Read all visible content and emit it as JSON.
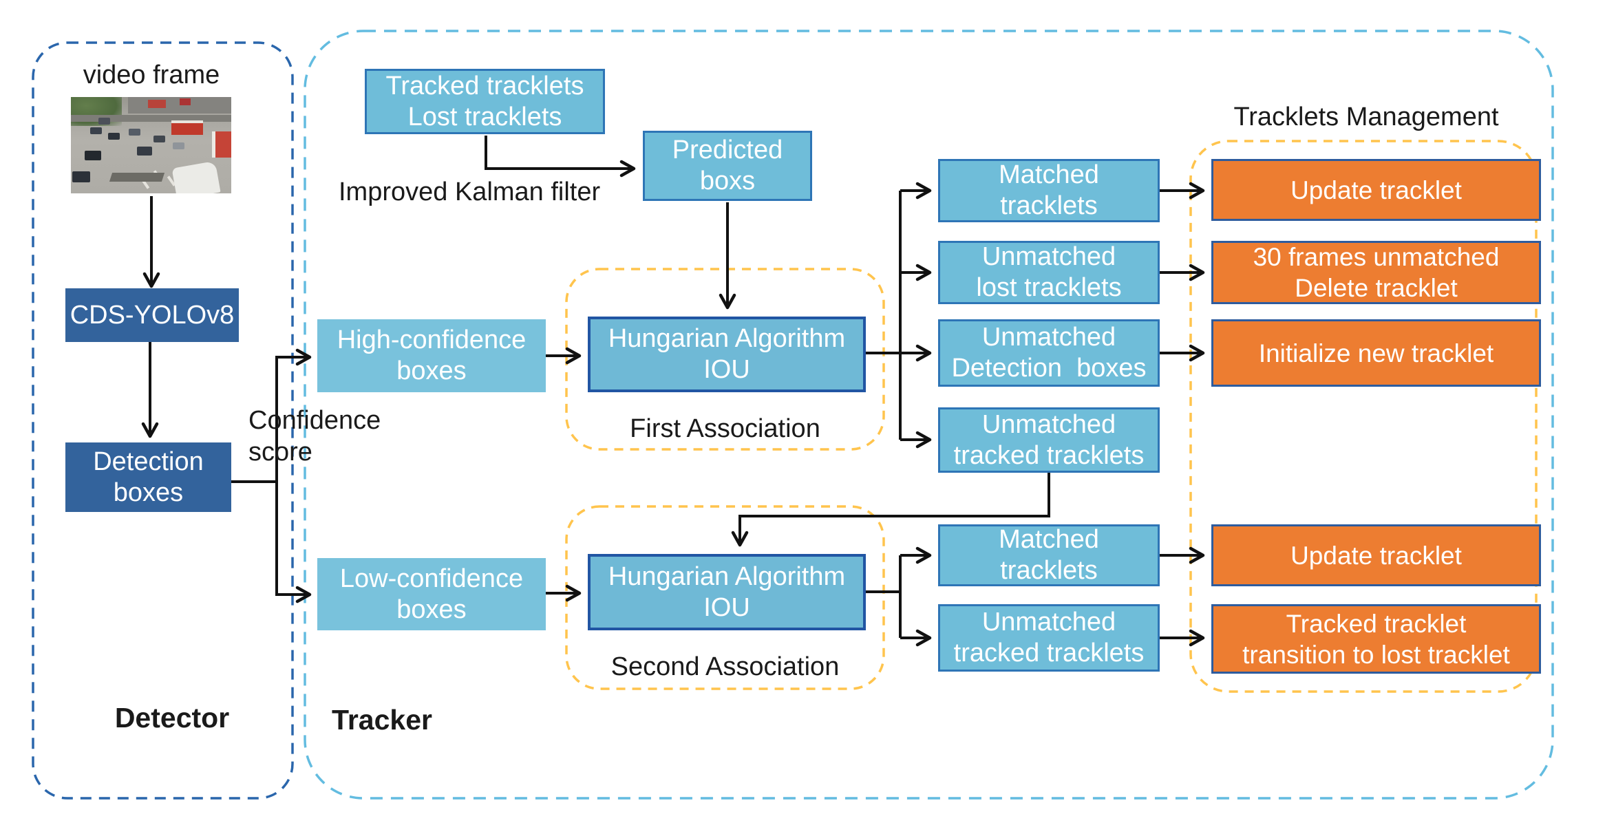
{
  "diagram": {
    "detector": {
      "region_label": "Detector",
      "video_frame_label": "video frame",
      "cds_yolo": "CDS-YOLOv8",
      "detection_boxes": "Detection\nboxes"
    },
    "tracker": {
      "region_label": "Tracker",
      "tracked_lost": "Tracked tracklets\nLost tracklets",
      "kalman_label": "Improved Kalman filter",
      "predicted": "Predicted\nboxs",
      "confidence_label": "Confidence\nscore",
      "high_conf": "High-confidence\nboxes",
      "low_conf": "Low-confidence\nboxes",
      "hungarian_first": "Hungarian Algorithm\nIOU",
      "hungarian_second": "Hungarian Algorithm\nIOU",
      "first_association": "First Association",
      "second_association": "Second Association",
      "outcomes_first": {
        "matched": "Matched\ntracklets",
        "unmatched_lost": "Unmatched\nlost tracklets",
        "unmatched_detection": "Unmatched\nDetection  boxes",
        "unmatched_tracked": "Unmatched\ntracked tracklets"
      },
      "outcomes_second": {
        "matched": "Matched\ntracklets",
        "unmatched_tracked": "Unmatched\ntracked tracklets"
      }
    },
    "management": {
      "title": "Tracklets Management",
      "update_first": "Update tracklet",
      "delete": "30 frames unmatched\nDelete tracklet",
      "initialize": "Initialize new tracklet",
      "update_second": "Update tracklet",
      "transition": "Tracked tracklet\ntransition to lost tracklet"
    },
    "colors": {
      "light_blue_fill": "#6fbdd9",
      "light_blue_border": "#2e75b6",
      "dark_blue_fill": "#33639c",
      "orange_fill": "#ed7d31",
      "detector_dash": "#2a66ac",
      "tracker_dash": "#63bce0",
      "association_dash": "#ffc44d",
      "arrow": "#111111"
    }
  }
}
